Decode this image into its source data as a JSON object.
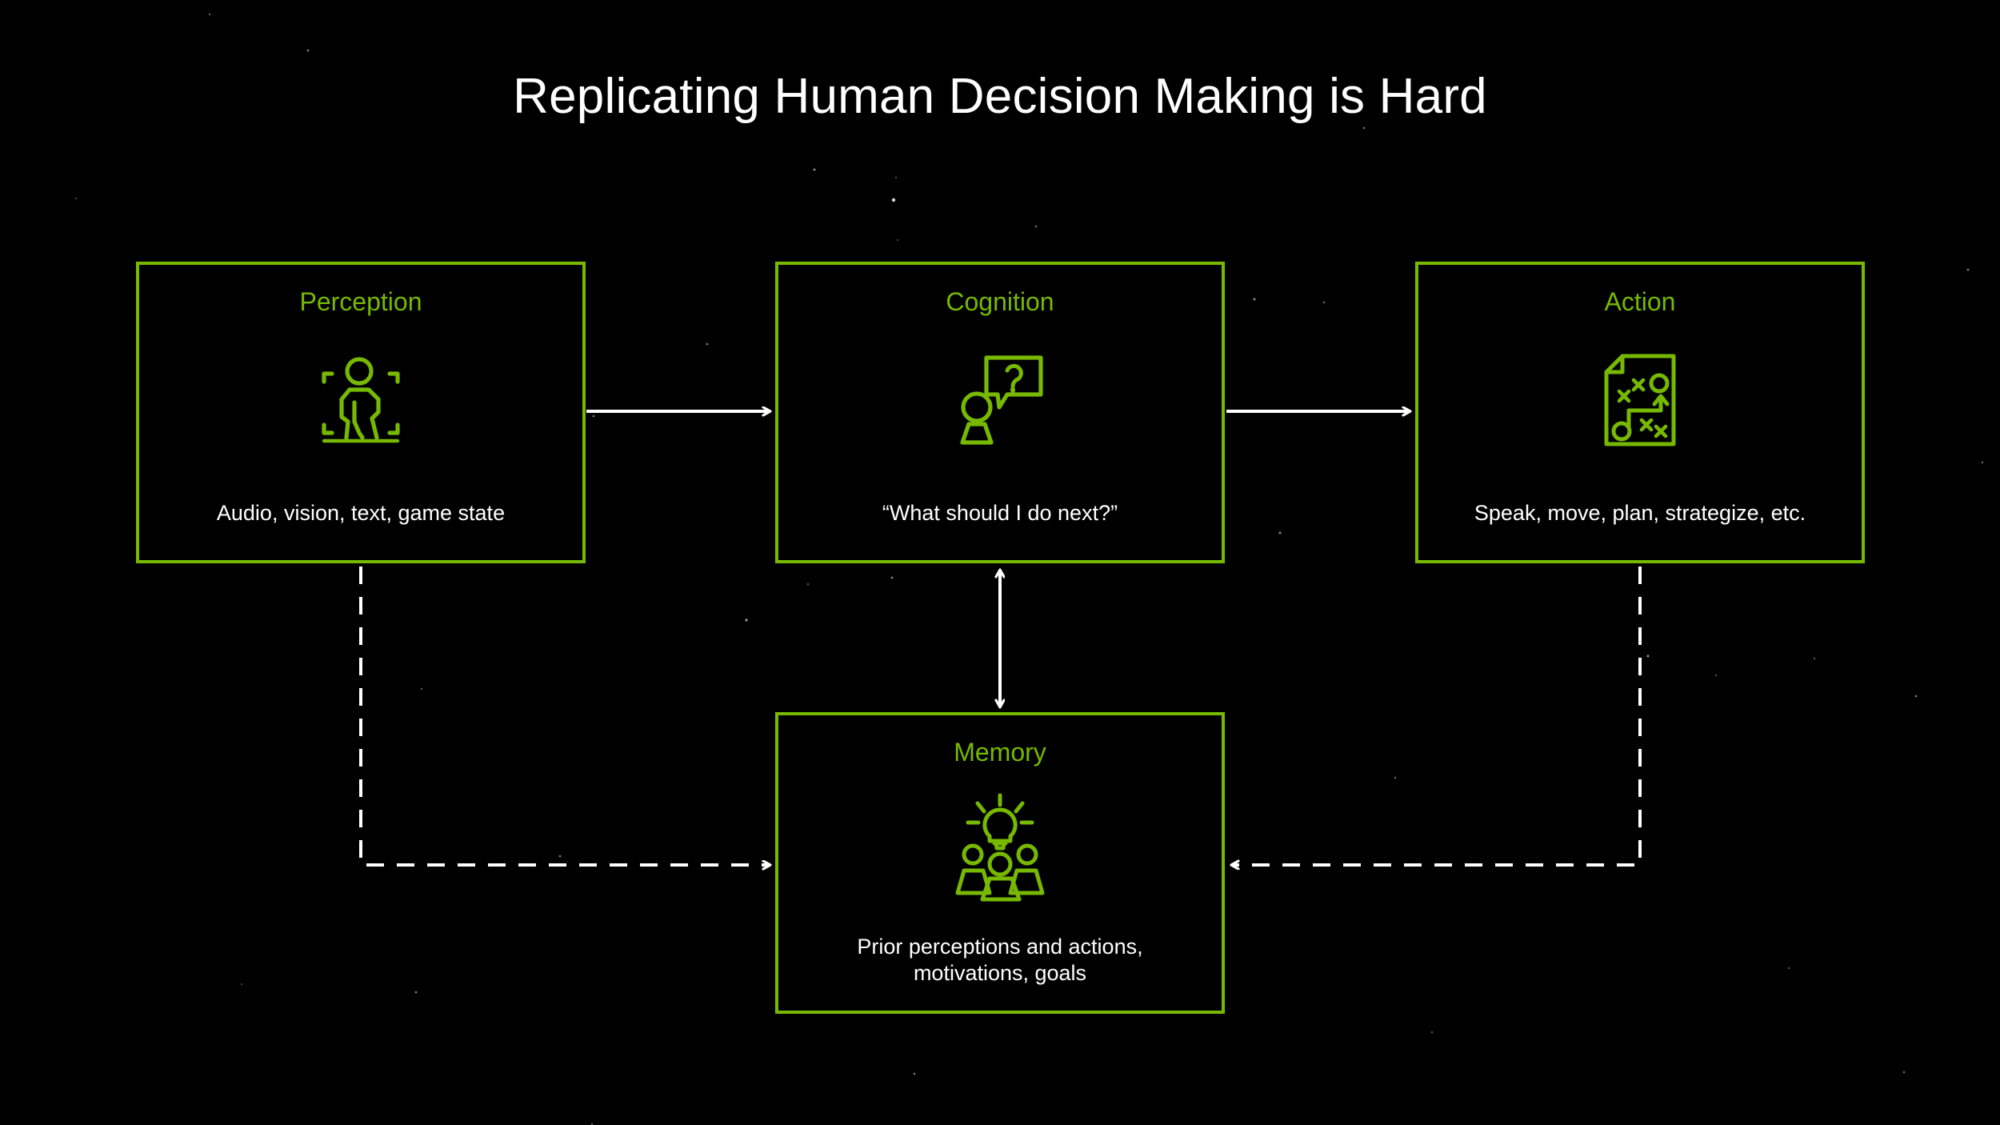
{
  "slide": {
    "title": "Replicating Human Decision Making is Hard",
    "background_color": "#000000",
    "accent_color": "#76b900",
    "text_color": "#ffffff"
  },
  "diagram": {
    "type": "flow-diagram",
    "nodes": [
      {
        "id": "perception",
        "title": "Perception",
        "caption": "Audio, vision, text, game state",
        "icon": "walking-person-in-viewfinder-icon"
      },
      {
        "id": "cognition",
        "title": "Cognition",
        "caption": "“What should I do next?”",
        "icon": "person-with-question-speech-bubble-icon"
      },
      {
        "id": "action",
        "title": "Action",
        "caption": "Speak, move, plan, strategize, etc.",
        "icon": "strategy-playbook-document-icon"
      },
      {
        "id": "memory",
        "title": "Memory",
        "caption_line1": "Prior perceptions and actions,",
        "caption_line2": "motivations, goals",
        "icon": "lightbulb-over-people-icon"
      }
    ],
    "edges": [
      {
        "id": "perception-to-cognition",
        "from": "perception",
        "to": "cognition",
        "style": "solid",
        "direction": "forward"
      },
      {
        "id": "cognition-to-action",
        "from": "cognition",
        "to": "action",
        "style": "solid",
        "direction": "forward"
      },
      {
        "id": "cognition-memory",
        "from": "cognition",
        "to": "memory",
        "style": "solid",
        "direction": "bidirectional"
      },
      {
        "id": "perception-to-memory",
        "from": "perception",
        "to": "memory",
        "style": "dashed",
        "direction": "forward"
      },
      {
        "id": "action-to-memory",
        "from": "action",
        "to": "memory",
        "style": "dashed",
        "direction": "forward"
      }
    ]
  }
}
